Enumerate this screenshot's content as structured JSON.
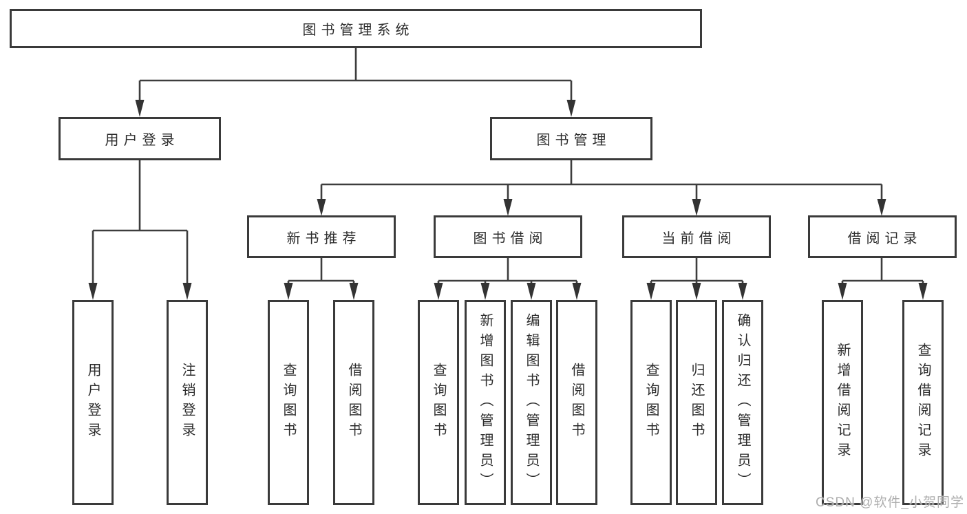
{
  "diagram": {
    "watermark": "CSDN @软件_小贺同学",
    "colors": {
      "line": "#3d3d3d",
      "arrow": "#333333",
      "box_border": "#3a3a3a",
      "text": "#2d2d2d",
      "background": "#ffffff",
      "watermark": "#aeaeae"
    },
    "tree": {
      "root": {
        "label": "图书管理系统",
        "children": [
          {
            "label": "用户登录",
            "children": [
              {
                "label": "用户登录"
              },
              {
                "label": "注销登录"
              }
            ]
          },
          {
            "label": "图书管理",
            "children": [
              {
                "label": "新书推荐",
                "children": [
                  {
                    "label": "查询图书"
                  },
                  {
                    "label": "借阅图书"
                  }
                ]
              },
              {
                "label": "图书借阅",
                "children": [
                  {
                    "label": "查询图书"
                  },
                  {
                    "label": "新增图书（管理员）"
                  },
                  {
                    "label": "编辑图书（管理员）"
                  },
                  {
                    "label": "借阅图书"
                  }
                ]
              },
              {
                "label": "当前借阅",
                "children": [
                  {
                    "label": "查询图书"
                  },
                  {
                    "label": "归还图书"
                  },
                  {
                    "label": "确认归还（管理员）"
                  }
                ]
              },
              {
                "label": "借阅记录",
                "children": [
                  {
                    "label": "新增借阅记录"
                  },
                  {
                    "label": "查询借阅记录"
                  }
                ]
              }
            ]
          }
        ]
      }
    }
  }
}
